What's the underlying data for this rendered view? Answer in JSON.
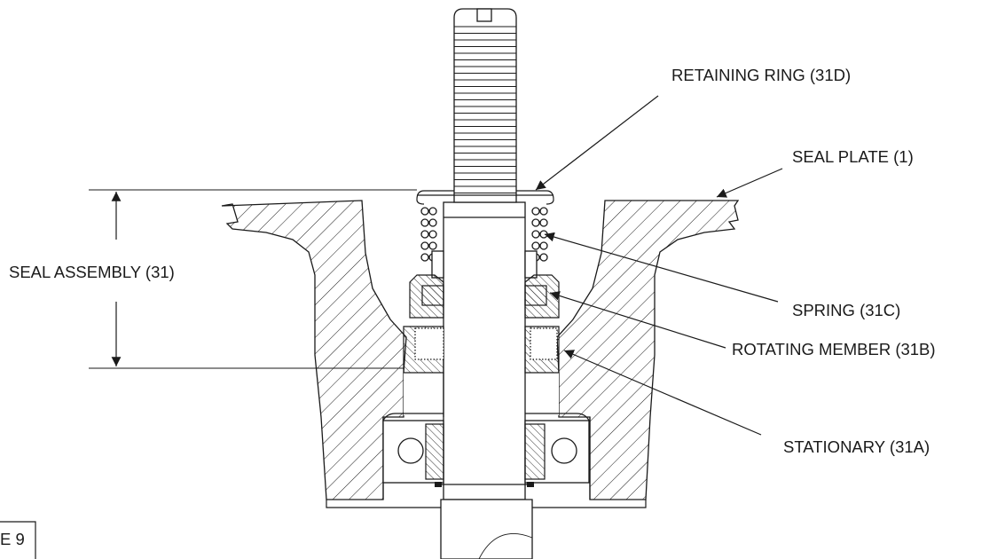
{
  "labels": {
    "retaining_ring": "RETAINING RING (31D)",
    "seal_plate": "SEAL PLATE (1)",
    "seal_assembly": "SEAL ASSEMBLY (31)",
    "spring": "SPRING (31C)",
    "rotating_member": "ROTATING MEMBER (31B)",
    "stationary": "STATIONARY (31A)",
    "figure_tag": "E 9"
  },
  "colors": {
    "ink": "#1a1a1a",
    "paper": "#ffffff"
  }
}
